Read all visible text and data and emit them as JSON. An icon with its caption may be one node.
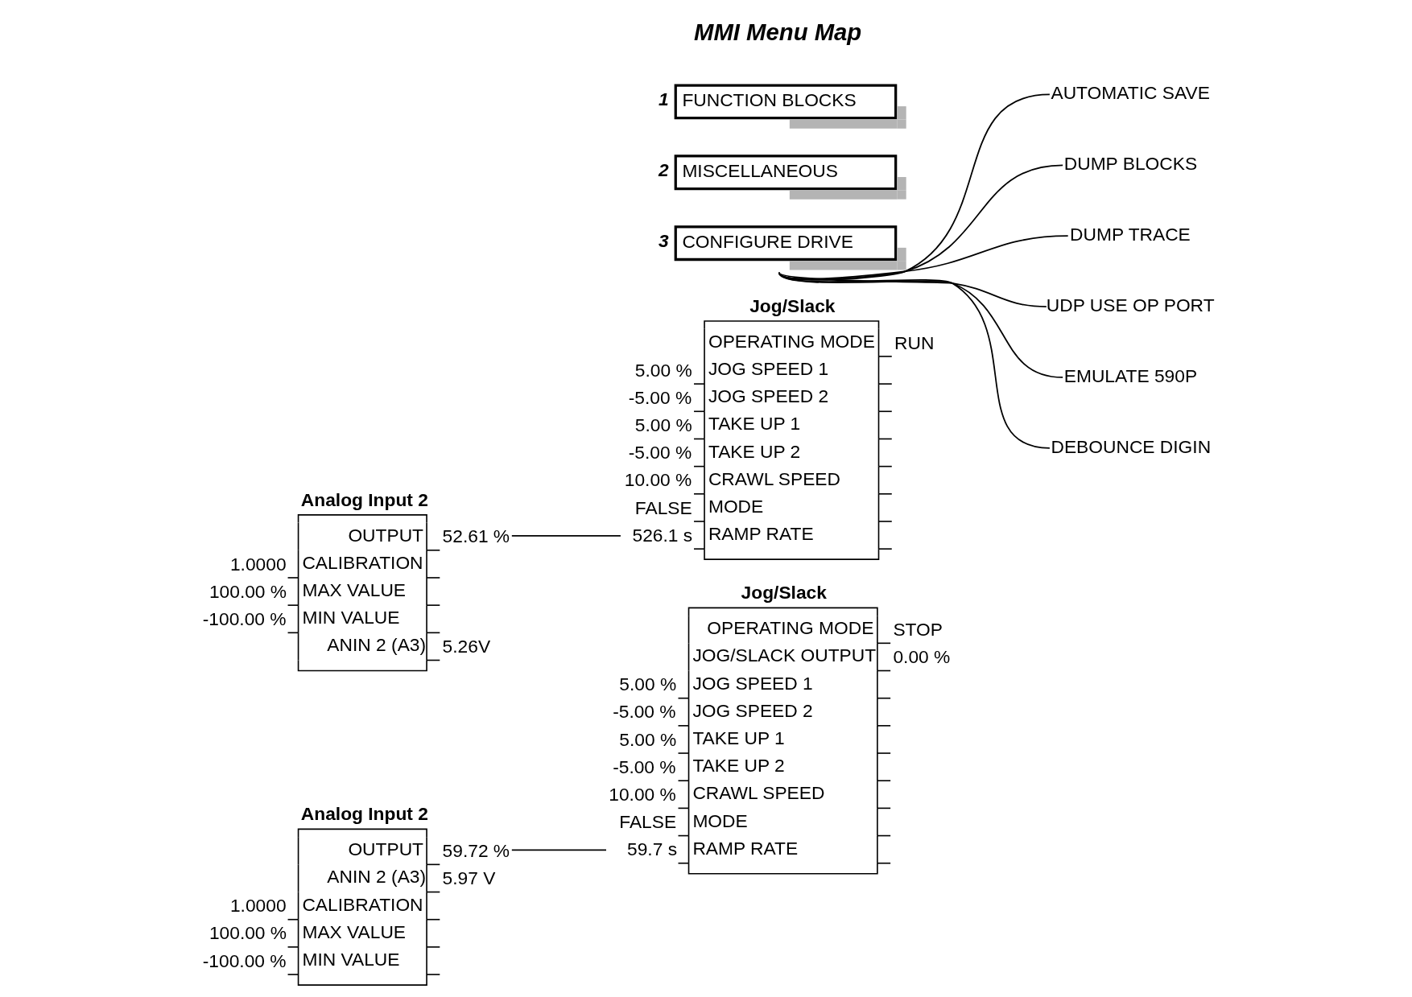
{
  "diagram": {
    "nodes": [
      {
        "text": [
          "FUNCTION BLOCKS"
        ],
        "beside": [
          "1"
        ]
      },
      {
        "text": [
          "MISCELLANEOUS"
        ],
        "beside": [
          "2"
        ]
      },
      {
        "text": [
          "CONFIGURE DRIVE"
        ],
        "beside": [
          "3"
        ]
      },
      {
        "text": [
          "AUTOMATIC SAVE"
        ]
      },
      {
        "text": [
          "DUMP BLOCKS"
        ]
      },
      {
        "text": [
          "DUMP TRACE"
        ]
      },
      {
        "text": [
          "UDP USE OP PORT"
        ]
      },
      {
        "text": [
          "EMULATE 590P"
        ]
      },
      {
        "text": [
          "DEBOUNCE DIGIN"
        ]
      },
      {
        "text": [
          "Analog Input 2",
          "OUTPUT",
          "52.61 %",
          "1.0000",
          "CALIBRATION",
          "100.00 %",
          "MAX VALUE",
          "-100.00 %",
          "MIN VALUE",
          "ANIN 2 (A3)",
          "5.26V"
        ]
      },
      {
        "text": [
          "Jog/Slack",
          "OPERATING MODE",
          "RUN",
          "5.00 %",
          "JOG SPEED 1",
          "-5.00 %",
          "JOG SPEED 2",
          "5.00 %",
          "TAKE UP 1",
          "-5.00 %",
          "TAKE UP 2",
          "10.00 %",
          "CRAWL SPEED",
          "FALSE",
          "MODE",
          "526.1 s",
          "RAMP RATE"
        ]
      },
      {
        "text": [
          "Analog Input 2",
          "OUTPUT",
          "59.72 %",
          "ANIN 2 (A3)",
          "5.97 V",
          "1.0000",
          "CALIBRATION",
          "100.00 %",
          "MAX VALUE",
          "-100.00 %",
          "MIN VALUE"
        ]
      },
      {
        "text": [
          "Jog/Slack",
          "OPERATING MODE",
          "STOP",
          "JOG/SLACK OUTPUT",
          "0.00 %",
          "5.00 %",
          "JOG SPEED 1",
          "-5.00 %",
          "JOG SPEED 2",
          "5.00 %",
          "TAKE UP 1",
          "-5.00 %",
          "TAKE UP 2",
          "10.00 %",
          "CRAWL SPEED",
          "FALSE",
          "MODE",
          "59.7 s",
          "RAMP RATE"
        ]
      }
    ],
    "edges": [
      {
        "from": 2,
        "to": 3,
        "arrow": "none"
      },
      {
        "from": 2,
        "to": 4,
        "arrow": "none"
      },
      {
        "from": 2,
        "to": 5,
        "arrow": "none"
      },
      {
        "from": 2,
        "to": 6,
        "arrow": "none"
      },
      {
        "from": 2,
        "to": 7,
        "arrow": "none"
      },
      {
        "from": 2,
        "to": 8,
        "arrow": "none"
      },
      {
        "from": 9,
        "to": 10,
        "arrow": "none"
      },
      {
        "from": 11,
        "to": 12,
        "arrow": "none"
      }
    ],
    "labels": [
      "MMI Menu Map"
    ]
  }
}
